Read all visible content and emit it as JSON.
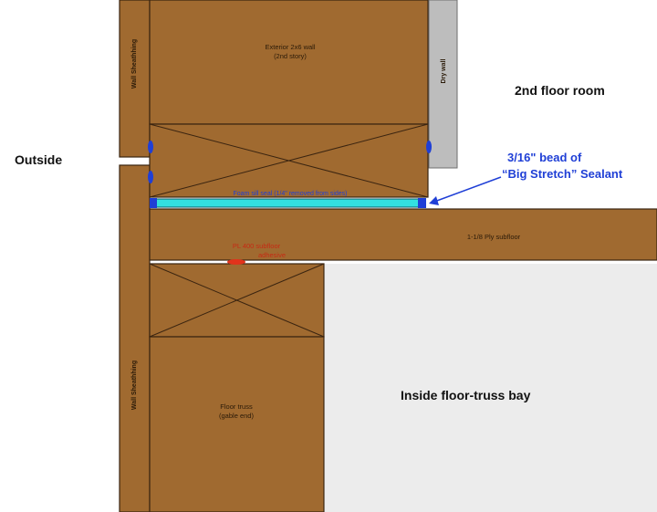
{
  "labels": {
    "exterior_wall_line1": "Exterior 2x6 wall",
    "exterior_wall_line2": "(2nd story)",
    "dry_wall": "Dry wall",
    "wall_sheathing_upper": "Wall Sheathhing",
    "wall_sheathing_lower": "Wall Sheathhing",
    "second_floor_room": "2nd floor room",
    "outside": "Outside",
    "sealant_line1": "3/16\" bead of",
    "sealant_line2": "“Big Stretch” Sealant",
    "foam_sill_seal": "Foam sill seal (1/4\" removed from sides)",
    "subfloor": "1-1/8 Ply subfloor",
    "adhesive_line1": "PL 400 subfloor",
    "adhesive_line2": "adhesive",
    "floor_truss_line1": "Floor truss",
    "floor_truss_line2": "(gable end)",
    "truss_bay": "Inside floor-truss bay"
  },
  "colors": {
    "wood": "#a06a30",
    "wood_edge": "#3a2410",
    "drywall": "#bdbdbd",
    "bay": "#ececec",
    "foam": "#33e0e0",
    "sealant": "#1f3fd6",
    "adhesive": "#e2331b",
    "annotation_blue": "#1f3fd6",
    "label_dark": "#2a1a08"
  }
}
